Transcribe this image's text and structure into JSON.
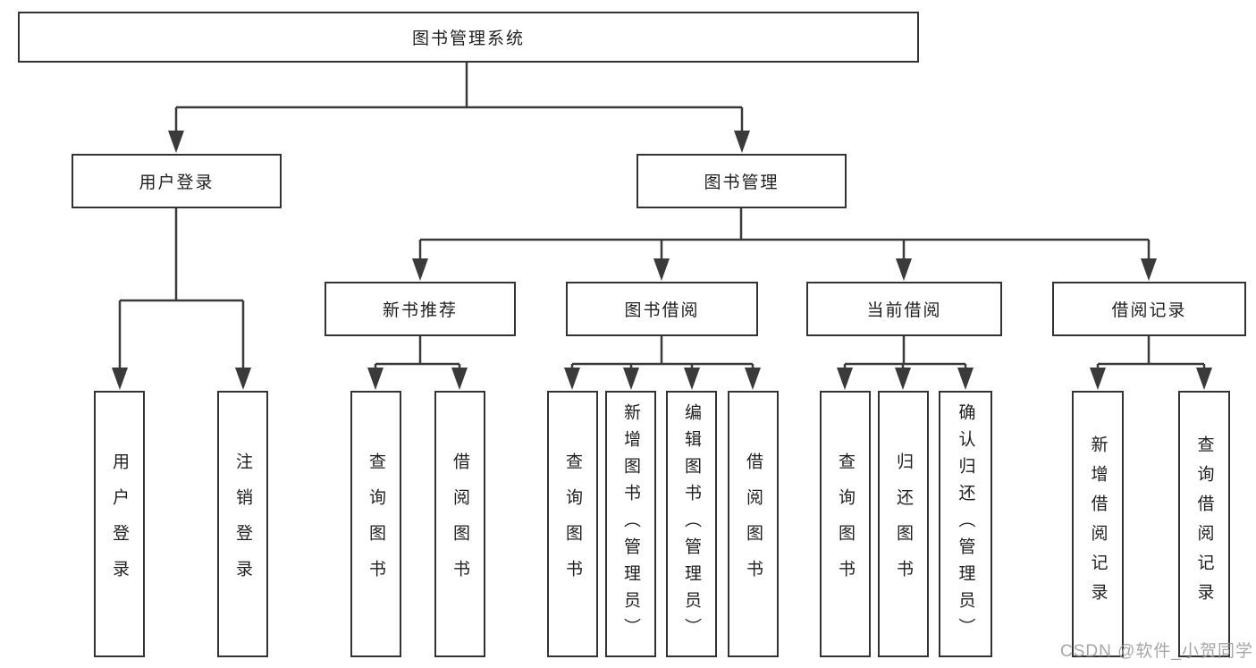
{
  "root": {
    "label": "图书管理系统"
  },
  "branches": [
    {
      "label": "用户登录",
      "children": [
        {
          "label": "用户登录"
        },
        {
          "label": "注销登录"
        }
      ]
    },
    {
      "label": "图书管理",
      "children": [
        {
          "label": "新书推荐",
          "children": [
            {
              "label": "查询图书"
            },
            {
              "label": "借阅图书"
            }
          ]
        },
        {
          "label": "图书借阅",
          "children": [
            {
              "label": "查询图书"
            },
            {
              "label": "新增图书（管理员）"
            },
            {
              "label": "编辑图书（管理员）"
            },
            {
              "label": "借阅图书"
            }
          ]
        },
        {
          "label": "当前借阅",
          "children": [
            {
              "label": "查询图书"
            },
            {
              "label": "归还图书"
            },
            {
              "label": "确认归还（管理员）"
            }
          ]
        },
        {
          "label": "借阅记录",
          "children": [
            {
              "label": "新增借阅记录"
            },
            {
              "label": "查询借阅记录"
            }
          ]
        }
      ]
    }
  ],
  "watermark": "CSDN @软件_小贺同学",
  "colors": {
    "line": "#3a3a3a",
    "border": "#333333",
    "text": "#1f1f1f",
    "watermark": "#9e9ea0"
  }
}
